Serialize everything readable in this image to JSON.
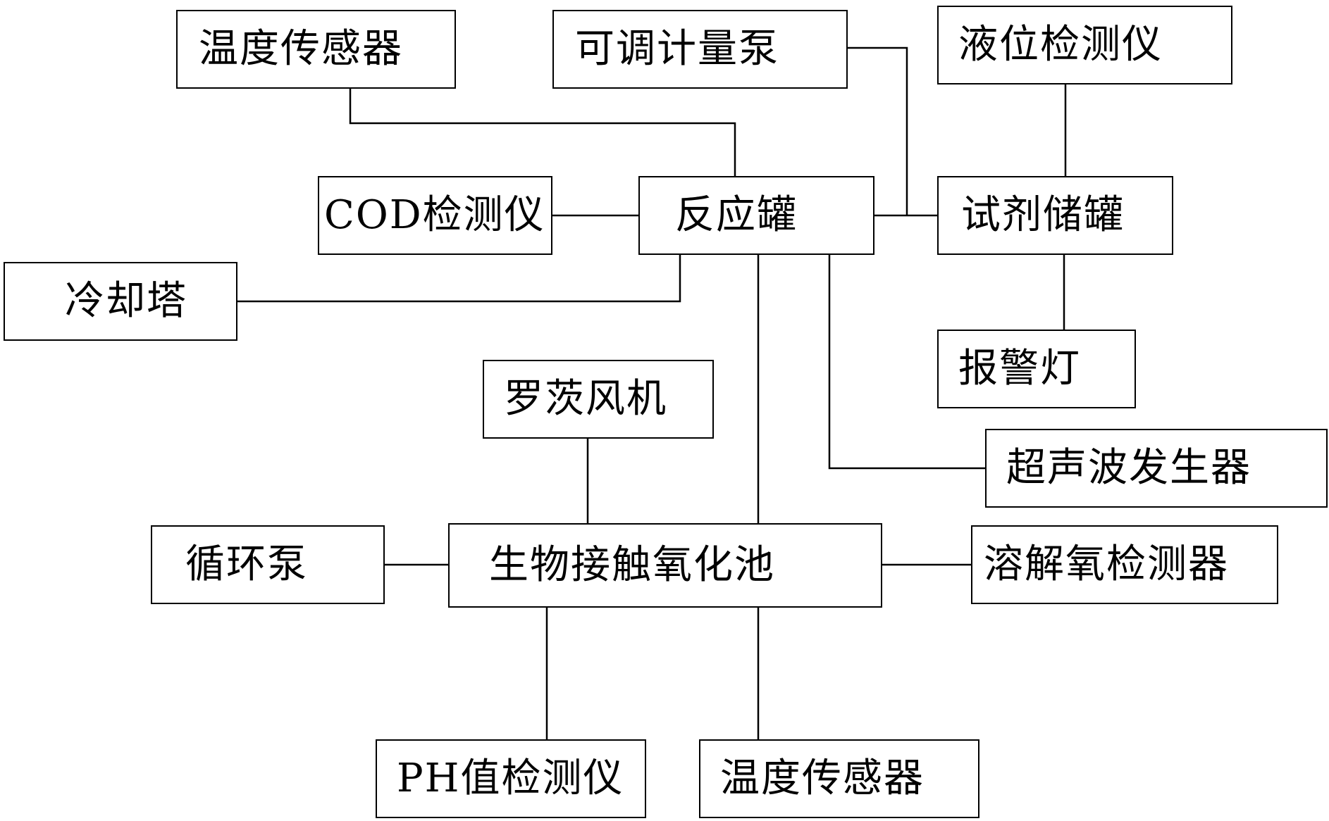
{
  "nodes": {
    "temp_sensor_top": "温度传感器",
    "metering_pump": "可调计量泵",
    "level_detector": "液位检测仪",
    "cod_detector": "COD检测仪",
    "reaction_tank": "反应罐",
    "reagent_tank": "试剂储罐",
    "cooling_tower": "冷却塔",
    "alarm_light": "报警灯",
    "roots_blower": "罗茨风机",
    "ultrasonic_generator": "超声波发生器",
    "circulation_pump": "循环泵",
    "bio_oxidation_tank": "生物接触氧化池",
    "do_detector": "溶解氧检测器",
    "ph_detector": "PH值检测仪",
    "temp_sensor_bottom": "温度传感器"
  }
}
